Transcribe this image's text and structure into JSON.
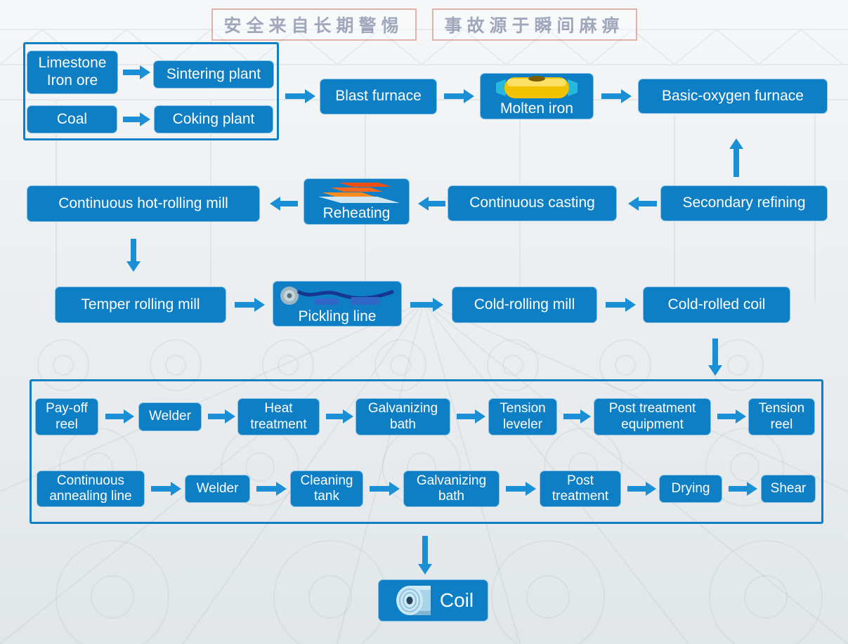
{
  "background": {
    "banner_left": "安全来自长期警惕",
    "banner_right": "事故源于瞬间麻痹"
  },
  "colors": {
    "box": "#0e7ec5",
    "arrow": "#1a8fd6"
  },
  "nodes": {
    "limestone": {
      "label": "Limestone\nIron ore"
    },
    "sintering": {
      "label": "Sintering plant"
    },
    "coal": {
      "label": "Coal"
    },
    "coking": {
      "label": "Coking plant"
    },
    "blast": {
      "label": "Blast furnace"
    },
    "molten": {
      "label": "Molten iron"
    },
    "bof": {
      "label": "Basic-oxygen furnace"
    },
    "secondary": {
      "label": "Secondary refining"
    },
    "casting": {
      "label": "Continuous casting"
    },
    "reheating": {
      "label": "Reheating"
    },
    "hotmill": {
      "label": "Continuous hot-rolling mill"
    },
    "temper": {
      "label": "Temper rolling mill"
    },
    "pickling": {
      "label": "Pickling line"
    },
    "coldmill": {
      "label": "Cold-rolling mill"
    },
    "coldcoil": {
      "label": "Cold-rolled coil"
    },
    "payoff": {
      "label": "Pay-off\nreel"
    },
    "welder1": {
      "label": "Welder"
    },
    "heat": {
      "label": "Heat\ntreatment"
    },
    "galv1": {
      "label": "Galvanizing\nbath"
    },
    "tleveler": {
      "label": "Tension\nleveler"
    },
    "postequip": {
      "label": "Post treatment\nequipment"
    },
    "treel": {
      "label": "Tension\nreel"
    },
    "cal": {
      "label": "Continuous\nannealing line"
    },
    "welder2": {
      "label": "Welder"
    },
    "cleaning": {
      "label": "Cleaning\ntank"
    },
    "galv2": {
      "label": "Galvanizing\nbath"
    },
    "post2": {
      "label": "Post\ntreatment"
    },
    "drying": {
      "label": "Drying"
    },
    "shear": {
      "label": "Shear"
    },
    "coil": {
      "label": "Coil"
    }
  },
  "edges": [
    [
      "limestone_iron_ore",
      "sintering_plant"
    ],
    [
      "coal",
      "coking_plant"
    ],
    [
      "raw_materials_group",
      "blast_furnace"
    ],
    [
      "blast_furnace",
      "molten_iron"
    ],
    [
      "molten_iron",
      "basic_oxygen_furnace"
    ],
    [
      "secondary_refining",
      "basic_oxygen_furnace"
    ],
    [
      "secondary_refining",
      "continuous_casting"
    ],
    [
      "continuous_casting",
      "reheating"
    ],
    [
      "reheating",
      "continuous_hot_rolling_mill"
    ],
    [
      "continuous_hot_rolling_mill",
      "temper_rolling_mill"
    ],
    [
      "temper_rolling_mill",
      "pickling_line"
    ],
    [
      "pickling_line",
      "cold_rolling_mill"
    ],
    [
      "cold_rolling_mill",
      "cold_rolled_coil"
    ],
    [
      "cold_rolled_coil",
      "galvanizing_lines_group"
    ],
    [
      "pay_off_reel",
      "welder"
    ],
    [
      "welder",
      "heat_treatment"
    ],
    [
      "heat_treatment",
      "galvanizing_bath"
    ],
    [
      "galvanizing_bath",
      "tension_leveler"
    ],
    [
      "tension_leveler",
      "post_treatment_equipment"
    ],
    [
      "post_treatment_equipment",
      "tension_reel"
    ],
    [
      "continuous_annealing_line",
      "welder_2"
    ],
    [
      "welder_2",
      "cleaning_tank"
    ],
    [
      "cleaning_tank",
      "galvanizing_bath_2"
    ],
    [
      "galvanizing_bath_2",
      "post_treatment"
    ],
    [
      "post_treatment",
      "drying"
    ],
    [
      "drying",
      "shear"
    ],
    [
      "galvanizing_lines_group",
      "coil"
    ]
  ]
}
